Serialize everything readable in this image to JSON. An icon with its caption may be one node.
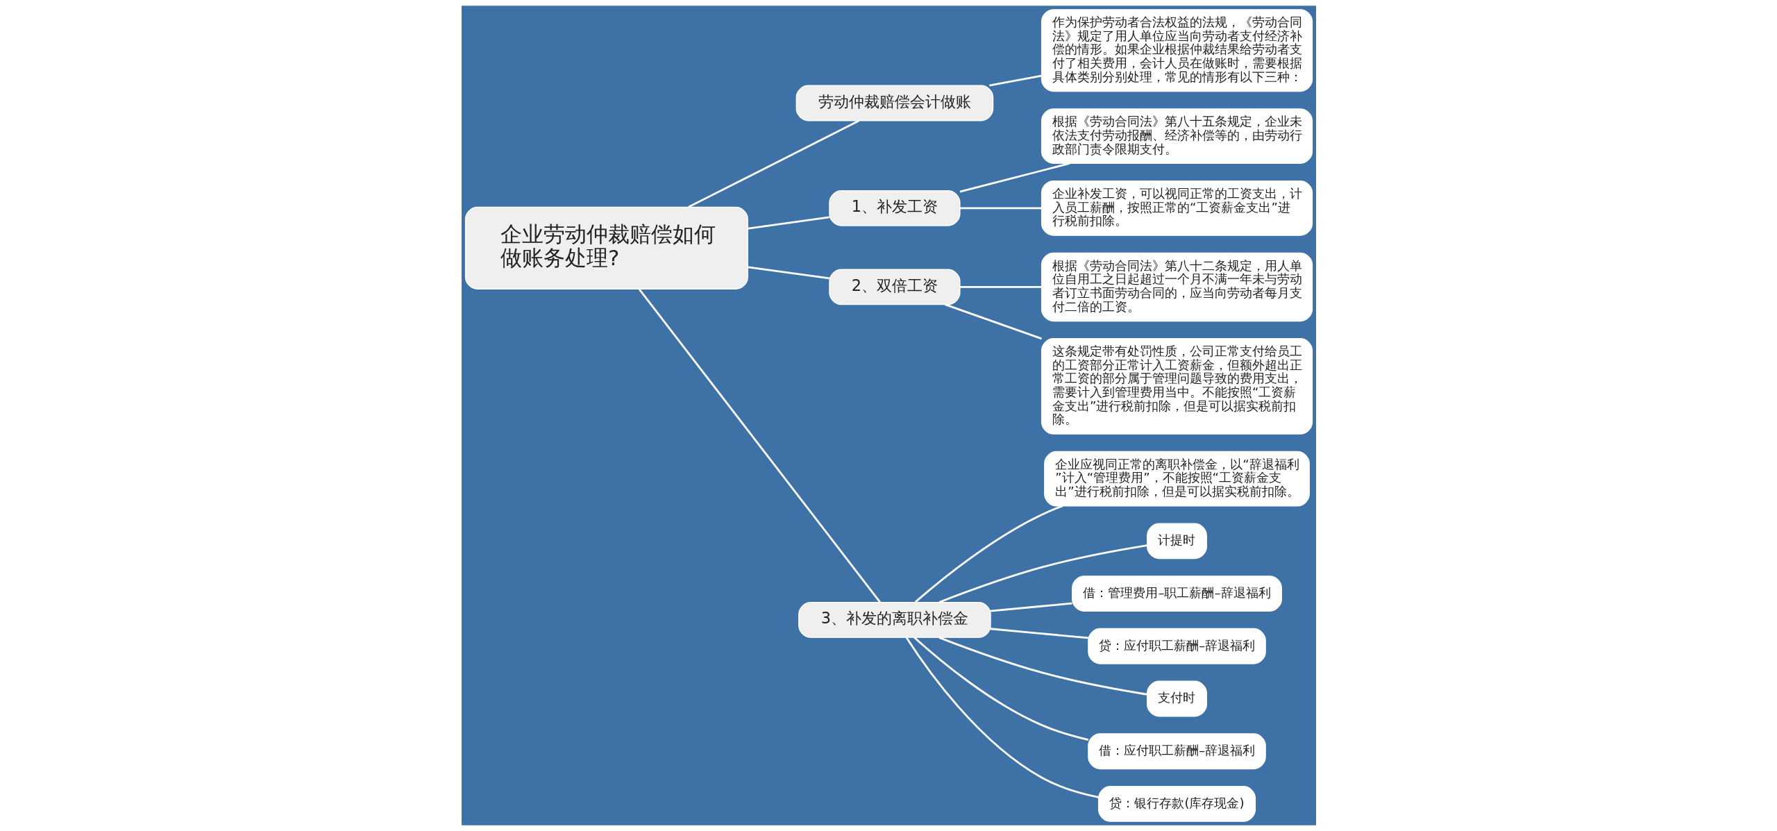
{
  "diagram": {
    "nodes": [
      {
        "text": [
          "企业劳动仲裁赔偿如何做账务处理?"
        ]
      },
      {
        "text": [
          "劳动仲裁赔偿会计做账"
        ]
      },
      {
        "text": [
          "作为保护劳动者合法权益的法规，《劳动合同法》规定了用人单位应当向劳动者支付经济补偿的情形。如果企业根据仲裁结果给劳动者支付了相关费用，会计人员在做账时，需要根据具体类别分别处理，常见的情形有以下三种："
        ]
      },
      {
        "text": [
          "1、补发工资"
        ]
      },
      {
        "text": [
          "根据《劳动合同法》第八十五条规定，企业未依法支付劳动报酬、经济补偿等的，由劳动行政部门责令限期支付。"
        ]
      },
      {
        "text": [
          "企业补发工资，可以视同正常的工资支出，计入员工薪酬，按照正常的“工资薪金支出”进行税前扣除。"
        ]
      },
      {
        "text": [
          "2、双倍工资"
        ]
      },
      {
        "text": [
          "根据《劳动合同法》第八十二条规定，用人单位自用工之日起超过一个月不满一年未与劳动者订立书面劳动合同的，应当向劳动者每月支付二倍的工资。"
        ]
      },
      {
        "text": [
          "这条规定带有处罚性质，公司正常支付给员工的工资部分正常计入工资薪金，但额外超出正常工资的部分属于管理问题导致的费用支出，需要计入到管理费用当中。不能按照“工资薪金支出”进行税前扣除，但是可以据实税前扣除。"
        ]
      },
      {
        "text": [
          "3、补发的离职补偿金"
        ]
      },
      {
        "text": [
          "企业应视同正常的离职补偿金，以“辞退福利”计入“管理费用”，不能按照“工资薪金支出”进行税前扣除，但是可以据实税前扣除。"
        ]
      },
      {
        "text": [
          "计提时"
        ]
      },
      {
        "text": [
          "借：管理费用–职工薪酬–辞退福利"
        ]
      },
      {
        "text": [
          "贷：应付职工薪酬–辞退福利"
        ]
      },
      {
        "text": [
          "支付时"
        ]
      },
      {
        "text": [
          "借：应付职工薪酬–辞退福利"
        ]
      },
      {
        "text": [
          "贷：银行存款(库存现金)"
        ]
      }
    ],
    "edges": [
      {
        "from": 0,
        "to": 1,
        "arrow": "none"
      },
      {
        "from": 1,
        "to": 2,
        "arrow": "none"
      },
      {
        "from": 0,
        "to": 3,
        "arrow": "none"
      },
      {
        "from": 3,
        "to": 4,
        "arrow": "none"
      },
      {
        "from": 3,
        "to": 5,
        "arrow": "none"
      },
      {
        "from": 0,
        "to": 6,
        "arrow": "none"
      },
      {
        "from": 6,
        "to": 7,
        "arrow": "none"
      },
      {
        "from": 6,
        "to": 8,
        "arrow": "none"
      },
      {
        "from": 0,
        "to": 9,
        "arrow": "none"
      },
      {
        "from": 9,
        "to": 10,
        "arrow": "none"
      },
      {
        "from": 9,
        "to": 11,
        "arrow": "none"
      },
      {
        "from": 9,
        "to": 12,
        "arrow": "none"
      },
      {
        "from": 9,
        "to": 13,
        "arrow": "none"
      },
      {
        "from": 9,
        "to": 14,
        "arrow": "none"
      },
      {
        "from": 9,
        "to": 15,
        "arrow": "none"
      },
      {
        "from": 9,
        "to": 16,
        "arrow": "none"
      }
    ]
  }
}
